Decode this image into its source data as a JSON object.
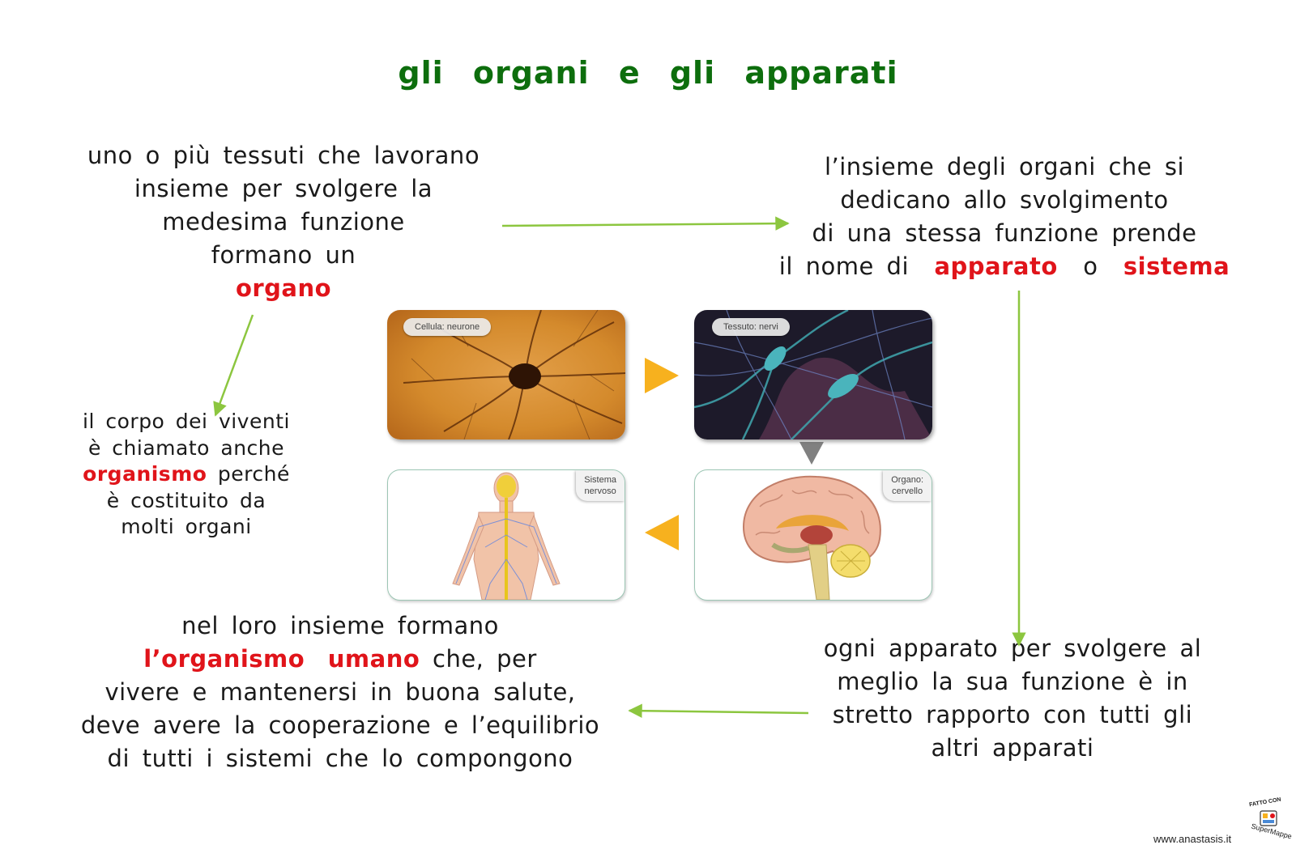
{
  "title": "gli organi e gli apparati",
  "block_organ": {
    "lines": [
      "uno o più tessuti che lavorano",
      "insieme per svolgere la",
      "medesima funzione",
      "formano un"
    ],
    "highlight": "organo"
  },
  "block_apparato": {
    "lines": [
      "l’insieme degli organi che si",
      "dedicano allo svolgimento",
      "di una stessa funzione prende"
    ],
    "last_prefix": "il nome di",
    "highlight_1": "apparato",
    "connector": "o",
    "highlight_2": "sistema"
  },
  "block_organismo": {
    "line_1": "il corpo dei viventi",
    "line_2": "è chiamato anche",
    "highlight": "organismo",
    "line_3_rest": "perché",
    "line_4": "è costituito da",
    "line_5": "molti organi"
  },
  "block_cooperazione": {
    "line_1": "ogni apparato per svolgere al",
    "line_2": "meglio la sua funzione è in",
    "line_3": "stretto rapporto con tutti gli",
    "line_4": "altri apparati"
  },
  "block_umano": {
    "line_1": "nel loro insieme formano",
    "highlight": "l’organismo umano",
    "line_2_rest": "che, per",
    "line_3": "vivere e mantenersi in buona salute,",
    "line_4": "deve avere la cooperazione e l’equilibrio",
    "line_5": "di tutti i sistemi che lo compongono"
  },
  "panels": {
    "cell_label": "Cellula: neurone",
    "tissue_label": "Tessuto: nervi",
    "system_label_1": "Sistema",
    "system_label_2": "nervoso",
    "organ_label_1": "Organo:",
    "organ_label_2": "cervello"
  },
  "footer": {
    "website": "www.anastasis.it",
    "badge_top": "FATTO CON",
    "badge_bottom": "SuperMappe"
  },
  "colors": {
    "title": "#0d6e0d",
    "highlight": "#e0141a",
    "arrow": "#8cc63f",
    "triangle": "#f7b11e"
  }
}
